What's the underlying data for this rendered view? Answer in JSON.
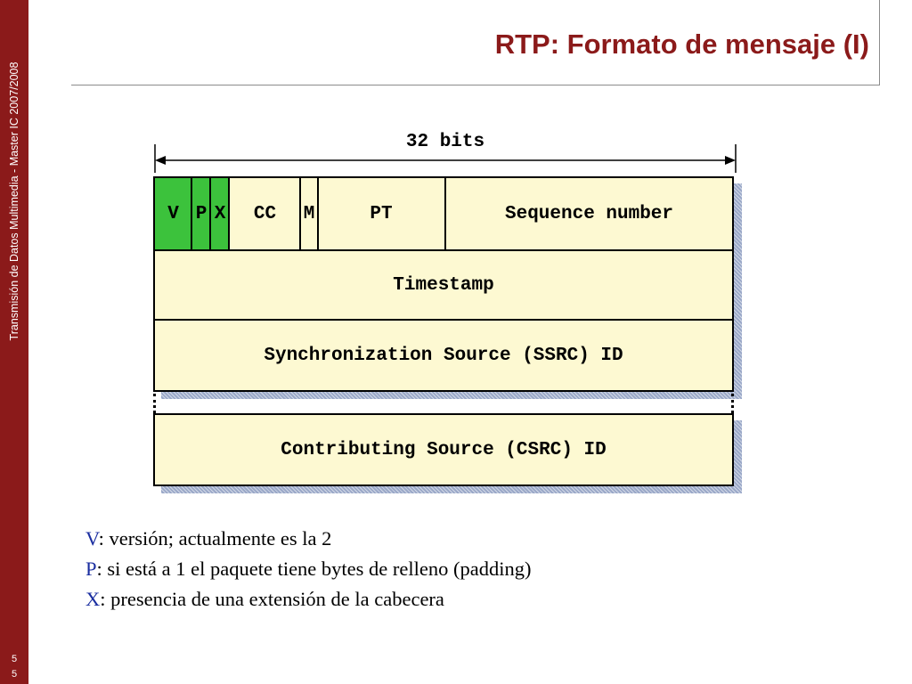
{
  "sidebar": {
    "text": "Transmisión de Datos Multimedia - Master IC 2007/2008",
    "page_digit_1": "5",
    "page_digit_2": "5"
  },
  "title": "RTP: Formato de mensaje (I)",
  "diagram": {
    "width_label": "32 bits",
    "header_row": {
      "v": "V",
      "p": "P",
      "x": "X",
      "cc": "CC",
      "m": "M",
      "pt": "PT",
      "seq": "Sequence number"
    },
    "timestamp": "Timestamp",
    "ssrc": "Synchronization Source (SSRC) ID",
    "csrc": "Contributing Source (CSRC) ID"
  },
  "legend": [
    {
      "key": "V",
      "text": ": versión; actualmente es la 2"
    },
    {
      "key": "P",
      "text": ": si está a 1 el paquete tiene bytes de relleno (padding)"
    },
    {
      "key": "X",
      "text": ": presencia de una extensión de la cabecera"
    }
  ],
  "colors": {
    "brand": "#8b1a1a",
    "field_fill": "#fdf9d2",
    "flag_fill": "#3cc23c",
    "legend_key": "#1a2ea0",
    "shadow": "#9aa8c8"
  }
}
